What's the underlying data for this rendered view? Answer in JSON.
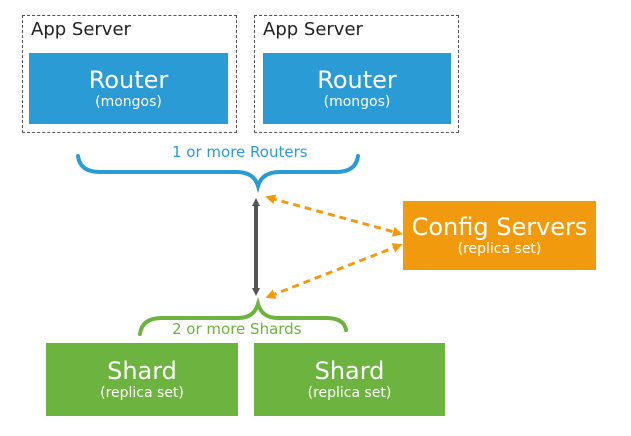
{
  "app_servers": [
    {
      "label": "App Server",
      "router": {
        "title": "Router",
        "subtitle": "(mongos)"
      }
    },
    {
      "label": "App Server",
      "router": {
        "title": "Router",
        "subtitle": "(mongos)"
      }
    }
  ],
  "routers_caption": "1 or more Routers",
  "config_servers": {
    "title": "Config Servers",
    "subtitle": "(replica set)"
  },
  "shards_caption": "2 or more Shards",
  "shards": [
    {
      "title": "Shard",
      "subtitle": "(replica set)"
    },
    {
      "title": "Shard",
      "subtitle": "(replica set)"
    }
  ],
  "colors": {
    "router": "#2b9bd6",
    "config": "#f29a0e",
    "shard": "#6db33f",
    "connector": "#555555"
  }
}
